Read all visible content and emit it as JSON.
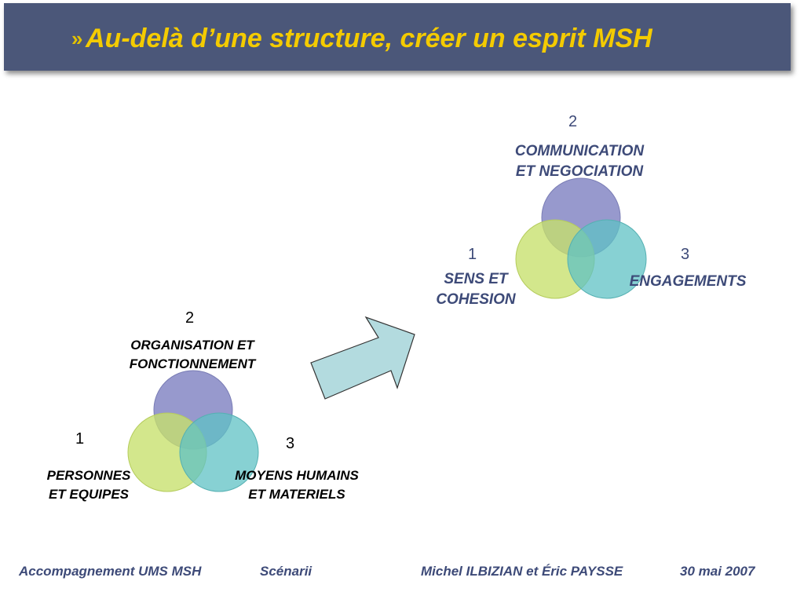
{
  "slide": {
    "title": "Au-delà d’une structure, créer un esprit MSH",
    "title_bullet": "»"
  },
  "left_diagram": {
    "item1": {
      "number": "1",
      "label_line1": "PERSONNES",
      "label_line2": "ET EQUIPES"
    },
    "item2": {
      "number": "2",
      "label_line1": "ORGANISATION ET",
      "label_line2": "FONCTIONNEMENT"
    },
    "item3": {
      "number": "3",
      "label_line1": "MOYENS HUMAINS",
      "label_line2": "ET MATERIELS"
    }
  },
  "right_diagram": {
    "item1": {
      "number": "1",
      "label_line1": "SENS ET",
      "label_line2": "COHESION"
    },
    "item2": {
      "number": "2",
      "label_line1": "COMMUNICATION",
      "label_line2": "ET NEGOCIATION"
    },
    "item3": {
      "number": "3",
      "label_line1": "ENGAGEMENTS"
    }
  },
  "colors": {
    "title_bar": "#4b5779",
    "title_text": "#f4cb00",
    "circle_purple": "#8587c4",
    "circle_green": "#c7e06b",
    "circle_teal": "#5fc2c4",
    "arrow_fill": "#b3dbdf"
  },
  "footer": {
    "left": "Accompagnement UMS MSH",
    "middle": "Scénarii",
    "authors": "Michel ILBIZIAN et Éric PAYSSE",
    "date": "30 mai 2007"
  }
}
